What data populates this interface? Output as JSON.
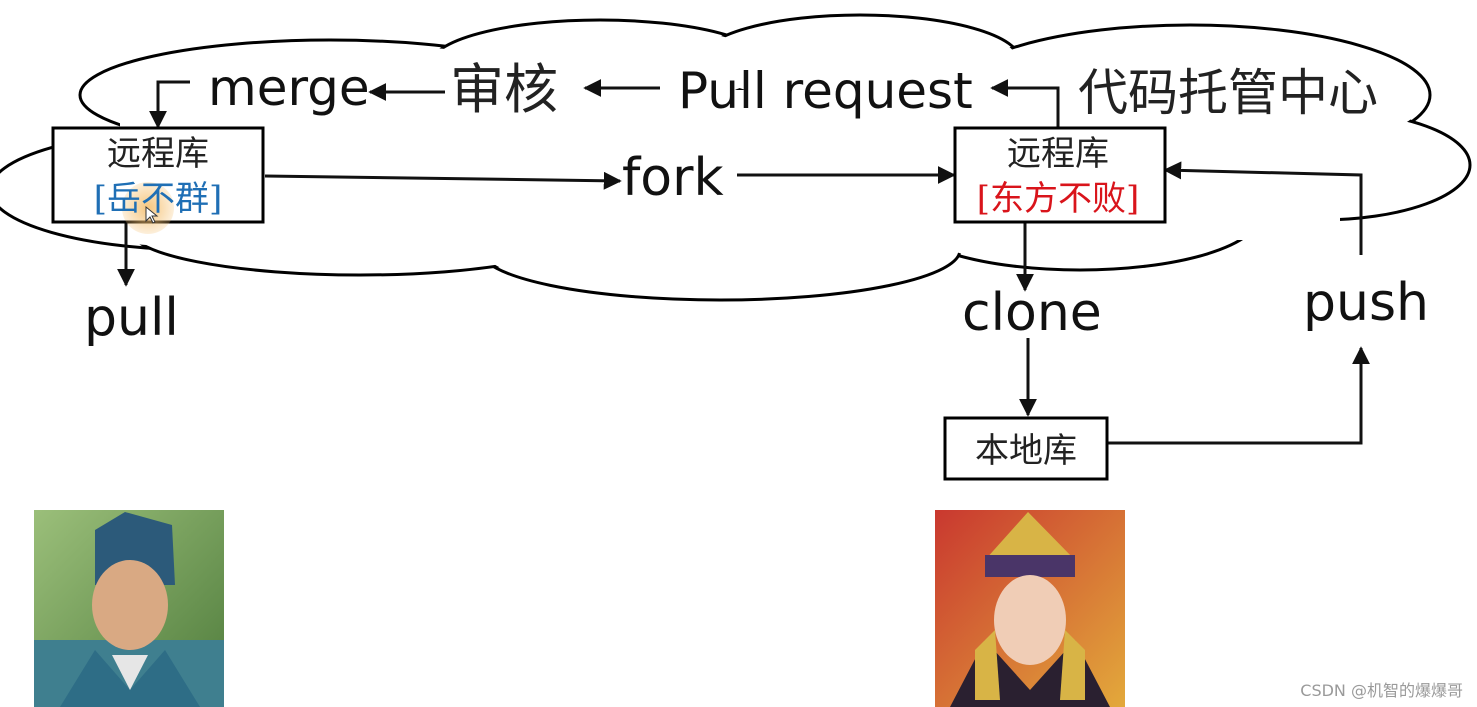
{
  "labels": {
    "merge": "merge",
    "review": "审核",
    "pull_request": "Pull request",
    "hosting_center": "代码托管中心",
    "fork": "fork",
    "pull": "pull",
    "clone": "clone",
    "push": "push"
  },
  "repos": {
    "left_title": "远程库",
    "left_owner": "[岳不群]",
    "right_title": "远程库",
    "right_owner": "[东方不败]",
    "local": "本地库"
  },
  "colors": {
    "left_owner": "#1f6fb5",
    "right_owner": "#d9141b",
    "cursor_highlight": "#f5c070"
  },
  "watermark": "CSDN @机智的爆爆哥"
}
